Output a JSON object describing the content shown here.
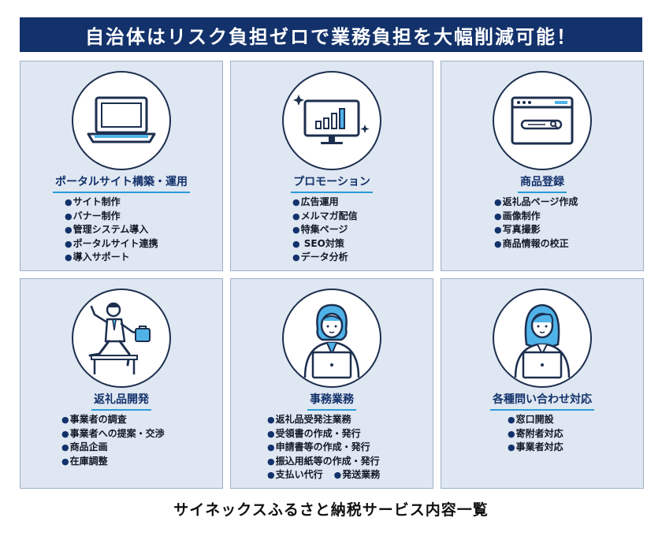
{
  "banner": {
    "title": "自治体はリスク負担ゼロで業務負担を大幅削減可能！"
  },
  "panels": [
    {
      "icon": "laptop-icon",
      "title": "ポータルサイト構築・運用",
      "items": [
        "サイト制作",
        "バナー制作",
        "管理システム導入",
        "ポータルサイト連携",
        "導入サポート"
      ]
    },
    {
      "icon": "analytics-monitor-icon",
      "title": "プロモーション",
      "items": [
        "広告運用",
        "メルマガ配信",
        "特集ページ",
        " SEO対策",
        "データ分析"
      ]
    },
    {
      "icon": "browser-search-icon",
      "title": "商品登録",
      "items": [
        "返礼品ページ作成",
        "画像制作",
        "写真撮影",
        "商品情報の校正"
      ]
    },
    {
      "icon": "businessman-hurdle-icon",
      "title": "返礼品開発",
      "items": [
        "事業者の調査",
        "事業者への提案・交渉",
        "商品企画",
        "在庫調整"
      ]
    },
    {
      "icon": "office-worker-laptop-icon",
      "title": "事務業務",
      "items": [
        "返礼品受発注業務",
        "受領書の作成・発行",
        "申請書等の作成・発行",
        "振込用紙等の作成・発行",
        "支払い代行",
        "発送業務"
      ]
    },
    {
      "icon": "support-staff-laptop-icon",
      "title": "各種問い合わせ対応",
      "items": [
        "窓口開設",
        "寄附者対応",
        "事業者対応"
      ]
    }
  ],
  "caption": "サイネックスふるさと納税サービス内容一覧",
  "colors": {
    "navy": "#13326b",
    "accent_blue": "#2b9bd9",
    "panel_bg": "#dfe7f2"
  }
}
